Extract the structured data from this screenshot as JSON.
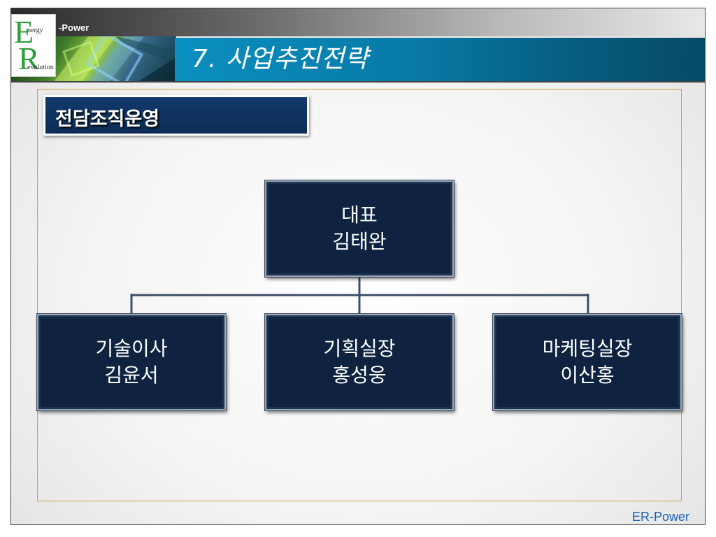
{
  "header": {
    "brand": "-Power",
    "title": "7. 사업추진전략",
    "logo": {
      "e": "E",
      "nergy": "nergy",
      "r": "R",
      "evolution": "evolution"
    }
  },
  "section": {
    "label": "전담조직운영"
  },
  "org_chart": {
    "top": {
      "role": "대표",
      "name": "김태완"
    },
    "children": [
      {
        "role": "기술이사",
        "name": "김윤서"
      },
      {
        "role": "기획실장",
        "name": "홍성웅"
      },
      {
        "role": "마케팅실장",
        "name": "이산홍"
      }
    ]
  },
  "footer": {
    "text": "ER-Power"
  },
  "colors": {
    "node_fill": "#0f2340",
    "connector": "#3d4f66",
    "title_bar": "#087aa6",
    "frame": "#c9a24a",
    "footer_text": "#1a5fb4",
    "logo_green": "#2e9e3a"
  }
}
